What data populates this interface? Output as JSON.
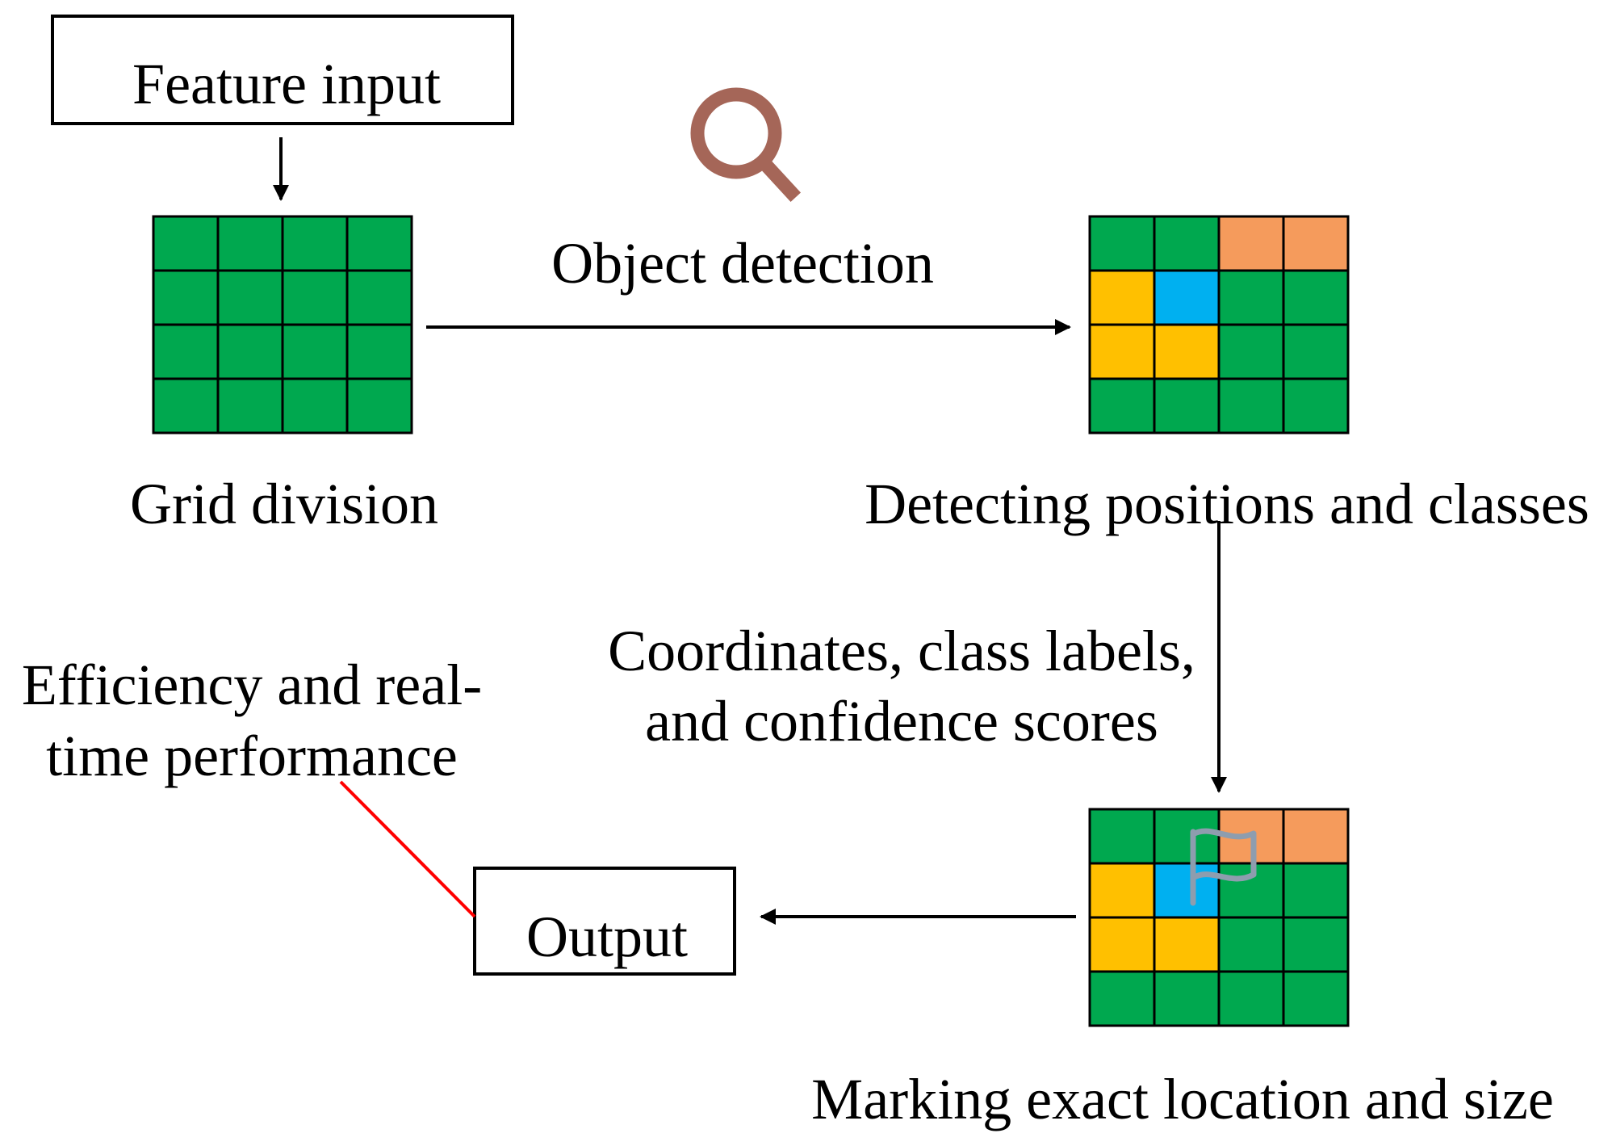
{
  "labels": {
    "feature_input": "Feature input",
    "object_detection": "Object detection",
    "grid_division": "Grid division",
    "detecting": "Detecting positions and classes",
    "coords_line1": "Coordinates, class labels,",
    "coords_line2": "and confidence scores",
    "efficiency_line1": "Efficiency and real-",
    "efficiency_line2": "time performance",
    "output": "Output",
    "marking": "Marking exact location and size"
  },
  "colors": {
    "green": "#00A84F",
    "orange": "#F59B5C",
    "yellow": "#FFC000",
    "blue": "#00B0F0",
    "magnifier": "#A56658",
    "flag": "#8E9DAE",
    "connector_red": "#FF0000",
    "line": "#000000"
  },
  "icons": {
    "magnifier": "magnifier-icon",
    "flag": "flag-icon"
  },
  "grids": {
    "grid_division": [
      [
        "green",
        "green",
        "green",
        "green"
      ],
      [
        "green",
        "green",
        "green",
        "green"
      ],
      [
        "green",
        "green",
        "green",
        "green"
      ],
      [
        "green",
        "green",
        "green",
        "green"
      ]
    ],
    "detected": [
      [
        "green",
        "green",
        "orange",
        "orange"
      ],
      [
        "yellow",
        "blue",
        "green",
        "green"
      ],
      [
        "yellow",
        "yellow",
        "green",
        "green"
      ],
      [
        "green",
        "green",
        "green",
        "green"
      ]
    ],
    "marked": [
      [
        "green",
        "green",
        "orange",
        "orange"
      ],
      [
        "yellow",
        "blue",
        "green",
        "green"
      ],
      [
        "yellow",
        "yellow",
        "green",
        "green"
      ],
      [
        "green",
        "green",
        "green",
        "green"
      ]
    ]
  }
}
